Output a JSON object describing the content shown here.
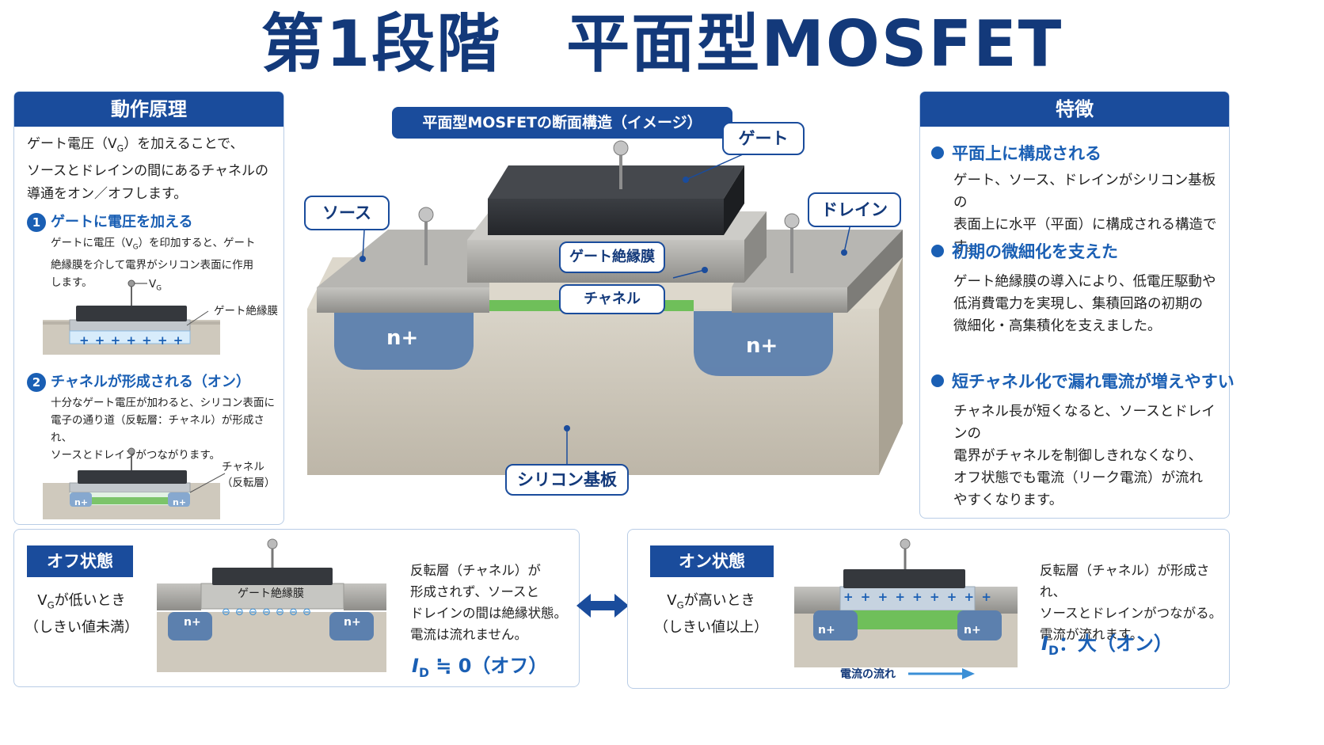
{
  "title": "第1段階　平面型MOSFET",
  "left_panel": {
    "heading": "動作原理",
    "intro_lines": [
      "ゲート電圧（V",
      "G",
      "）を加えることで、",
      "ソースとドレインの間にあるチャネルの",
      "導通をオン／オフします。"
    ],
    "step1": {
      "num": "1",
      "title": "ゲートに電圧を加える",
      "lines": [
        "ゲートに電圧（V",
        "G",
        "）を印加すると、ゲート",
        "絶縁膜を介して電界がシリコン表面に作用",
        "します。"
      ],
      "vg_main": "V",
      "vg_sub": "G",
      "label_insulator": "ゲート絶縁膜",
      "charges": "+ + + + + + +"
    },
    "step2": {
      "num": "2",
      "title": "チャネルが形成される（オン）",
      "lines": [
        "十分なゲート電圧が加わると、シリコン表面に",
        "電子の通り道（反転層：チャネル）が形成され、",
        "ソースとドレインがつながります。"
      ],
      "label_channel_1": "チャネル",
      "label_channel_2": "（反転層）",
      "n_left": "n+",
      "n_right": "n+"
    }
  },
  "center": {
    "title": "平面型MOSFETの断面構造（イメージ）",
    "labels": {
      "gate": "ゲート",
      "source": "ソース",
      "drain": "ドレイン",
      "insulator": "ゲート絶縁膜",
      "channel": "チャネル",
      "substrate": "シリコン基板",
      "n_left": "n+",
      "n_right": "n+"
    }
  },
  "right_panel": {
    "heading": "特徴",
    "items": [
      {
        "title": "平面上に構成される",
        "lines": [
          "ゲート、ソース、ドレインがシリコン基板の",
          "表面上に水平（平面）に構成される構造です。"
        ]
      },
      {
        "title": "初期の微細化を支えた",
        "lines": [
          "ゲート絶縁膜の導入により、低電圧駆動や",
          "低消費電力を実現し、集積回路の初期の",
          "微細化・高集積化を支えました。"
        ]
      },
      {
        "title": "短チャネル化で漏れ電流が増えやすい",
        "lines": [
          "チャネル長が短くなると、ソースとドレインの",
          "電界がチャネルを制御しきれなくなり、",
          "オフ状態でも電流（リーク電流）が流れ",
          "やすくなります。"
        ]
      }
    ]
  },
  "off_state": {
    "tag": "オフ状態",
    "cond_1a": "V",
    "cond_1b": "G",
    "cond_1c": "が低いとき",
    "cond_2": "（しきい値未満）",
    "insulator": "ゲート絶縁膜",
    "n_left": "n+",
    "n_right": "n+",
    "electrons": "⊖ ⊖ ⊖ ⊖ ⊖ ⊖ ⊖",
    "desc": [
      "反転層（チャネル）が",
      "形成されず、ソースと",
      "ドレインの間は絶縁状態。",
      "電流は流れません。"
    ],
    "id_a": "I",
    "id_b": "D",
    "id_c": " ≒ 0（オフ）"
  },
  "on_state": {
    "tag": "オン状態",
    "cond_1a": "V",
    "cond_1b": "G",
    "cond_1c": "が高いとき",
    "cond_2": "（しきい値以上）",
    "charges": "+ + + + + + + + +",
    "n_left": "n+",
    "n_right": "n+",
    "flow_label": "電流の流れ",
    "desc": [
      "反転層（チャネル）が形成され、",
      "ソースとドレインがつながる。",
      "電流が流れます。"
    ],
    "id_a": "I",
    "id_b": "D",
    "id_c": "：大（オン）"
  },
  "colors": {
    "navy": "#13397a",
    "accent_blue": "#1a5fb4",
    "header_blue": "#1a4c9c",
    "n_region": "#5c80ae",
    "channel_green": "#6fbf5a",
    "gate_dark": "#2f3237",
    "metal": "#a9a9a6",
    "substrate": "#c8c2b5"
  }
}
